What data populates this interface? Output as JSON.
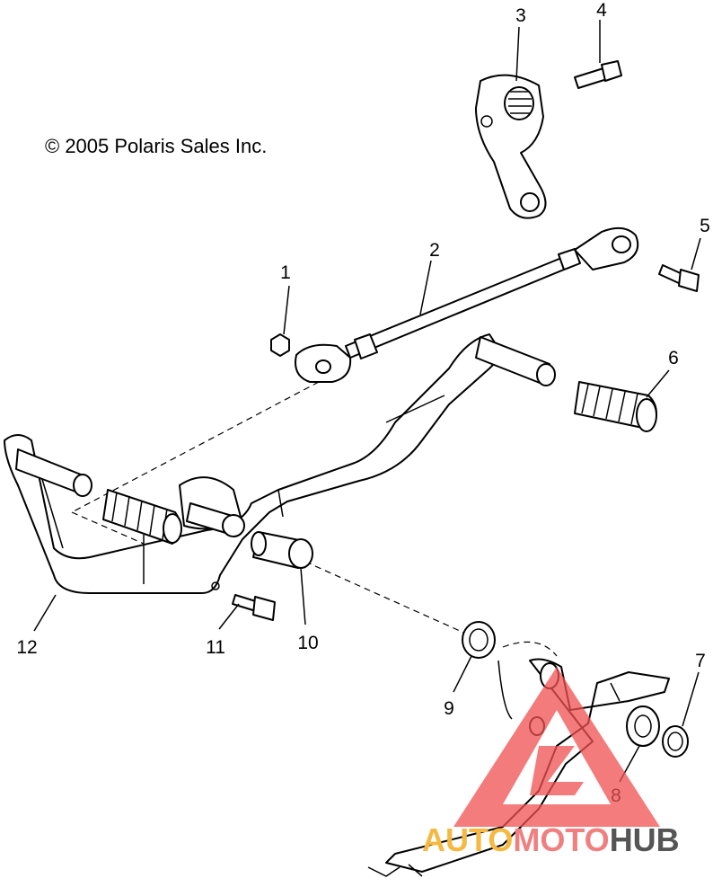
{
  "copyright": "© 2005 Polaris Sales Inc.",
  "callouts": [
    {
      "id": "1",
      "label": "1"
    },
    {
      "id": "2",
      "label": "2"
    },
    {
      "id": "3",
      "label": "3"
    },
    {
      "id": "4",
      "label": "4"
    },
    {
      "id": "5",
      "label": "5"
    },
    {
      "id": "6",
      "label": "6"
    },
    {
      "id": "7",
      "label": "7"
    },
    {
      "id": "8",
      "label": "8"
    },
    {
      "id": "9",
      "label": "9"
    },
    {
      "id": "10",
      "label": "10"
    },
    {
      "id": "11",
      "label": "11"
    },
    {
      "id": "12",
      "label": "12"
    }
  ],
  "watermark": {
    "part1": "AUTO",
    "part2": "MOTO",
    "part3": "HUB",
    "color1": "#f5b942",
    "color2": "#f08080",
    "color3": "#555555",
    "triangle_color": "#f05050"
  }
}
